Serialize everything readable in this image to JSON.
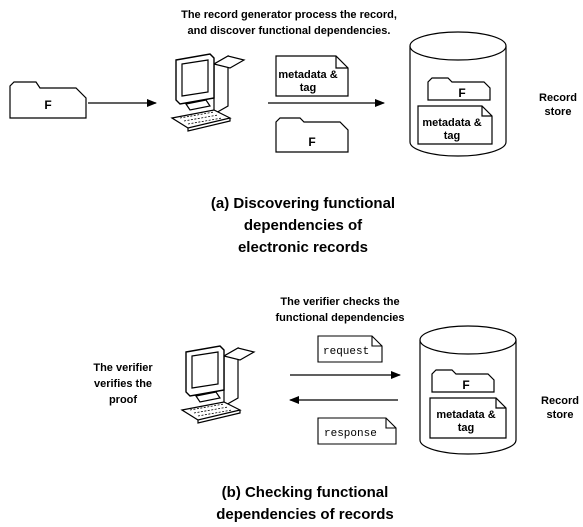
{
  "part_a": {
    "caption_top": [
      "The record generator process the record,",
      "and discover functional dependencies."
    ],
    "file_label": "F",
    "doc_label": [
      "metadata &",
      "tag"
    ],
    "arrow_file_label": "F",
    "store_file_label": "F",
    "store_doc_label": [
      "metadata &",
      "tag"
    ],
    "store_label": [
      "Record",
      "store"
    ],
    "title": [
      "(a) Discovering functional",
      "dependencies of",
      "electronic records"
    ]
  },
  "part_b": {
    "caption_top": [
      "The verifier checks the",
      "functional dependencies"
    ],
    "verifier_label": [
      "The verifier",
      "verifies the",
      "proof"
    ],
    "request_label": "request",
    "response_label": "response",
    "store_file_label": "F",
    "store_doc_label": [
      "metadata &",
      "tag"
    ],
    "store_label": [
      "Record",
      "store"
    ],
    "title": [
      "(b) Checking functional",
      "dependencies of records"
    ]
  },
  "colors": {
    "stroke": "#000000",
    "fill": "#ffffff",
    "screen": "#ffffff"
  }
}
